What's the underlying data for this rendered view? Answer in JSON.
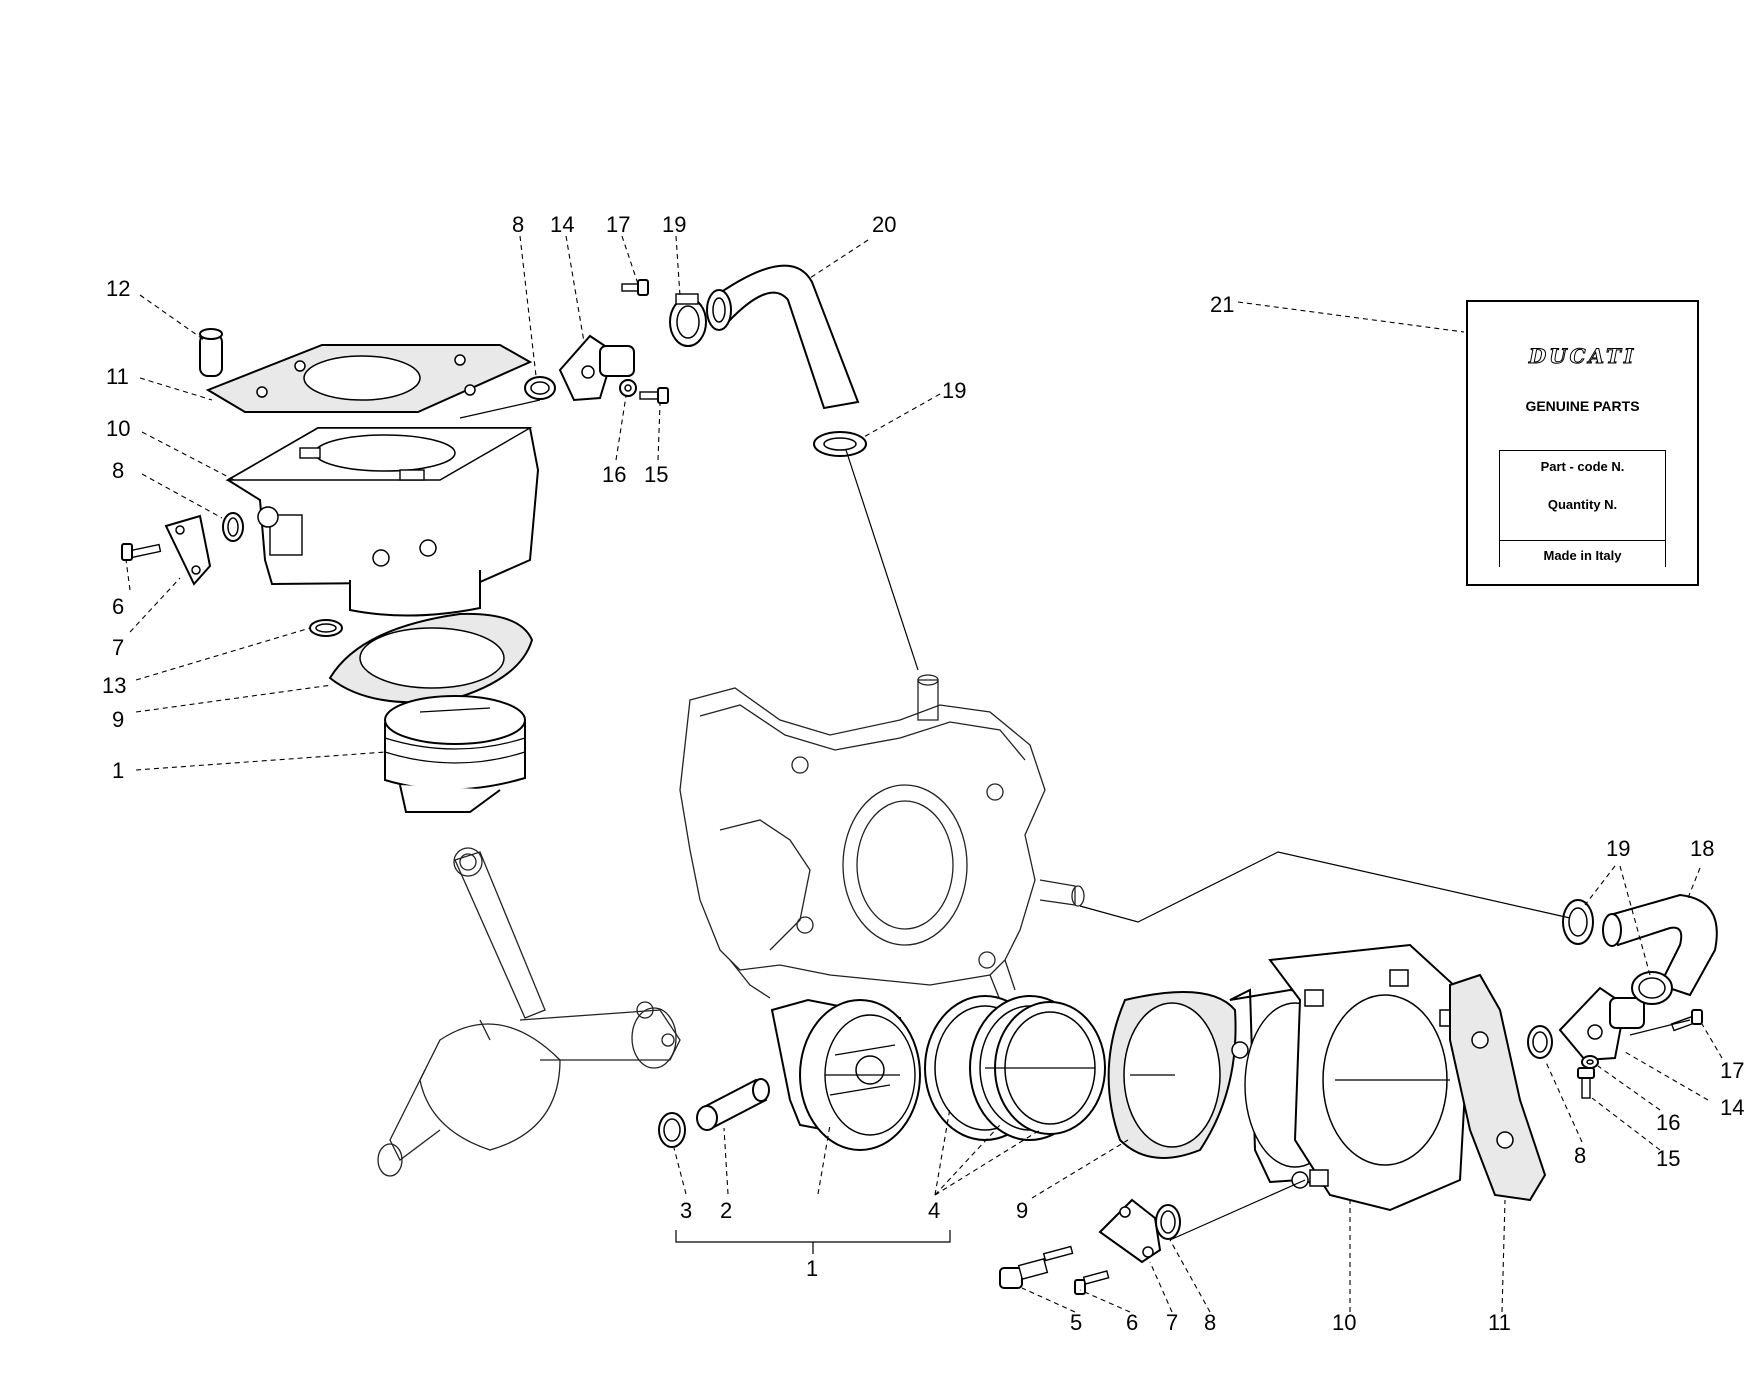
{
  "label_box": {
    "brand_logo": "DUCATI",
    "genuine_parts": "GENUINE PARTS",
    "part_code": "Part - code N.",
    "quantity": "Quantity N.",
    "made_in": "Made in Italy"
  },
  "callouts": {
    "c1a": "1",
    "c1b": "1",
    "c2": "2",
    "c3": "3",
    "c4": "4",
    "c5": "5",
    "c6a": "6",
    "c6b": "6",
    "c7a": "7",
    "c7b": "7",
    "c8a": "8",
    "c8b": "8",
    "c8c": "8",
    "c8d": "8",
    "c9a": "9",
    "c9b": "9",
    "c10a": "10",
    "c10b": "10",
    "c11a": "11",
    "c11b": "11",
    "c12": "12",
    "c13": "13",
    "c14a": "14",
    "c14b": "14",
    "c15a": "15",
    "c15b": "15",
    "c16a": "16",
    "c16b": "16",
    "c17a": "17",
    "c17b": "17",
    "c18": "18",
    "c19a": "19",
    "c19b": "19",
    "c19c": "19",
    "c20": "20",
    "c21": "21"
  }
}
